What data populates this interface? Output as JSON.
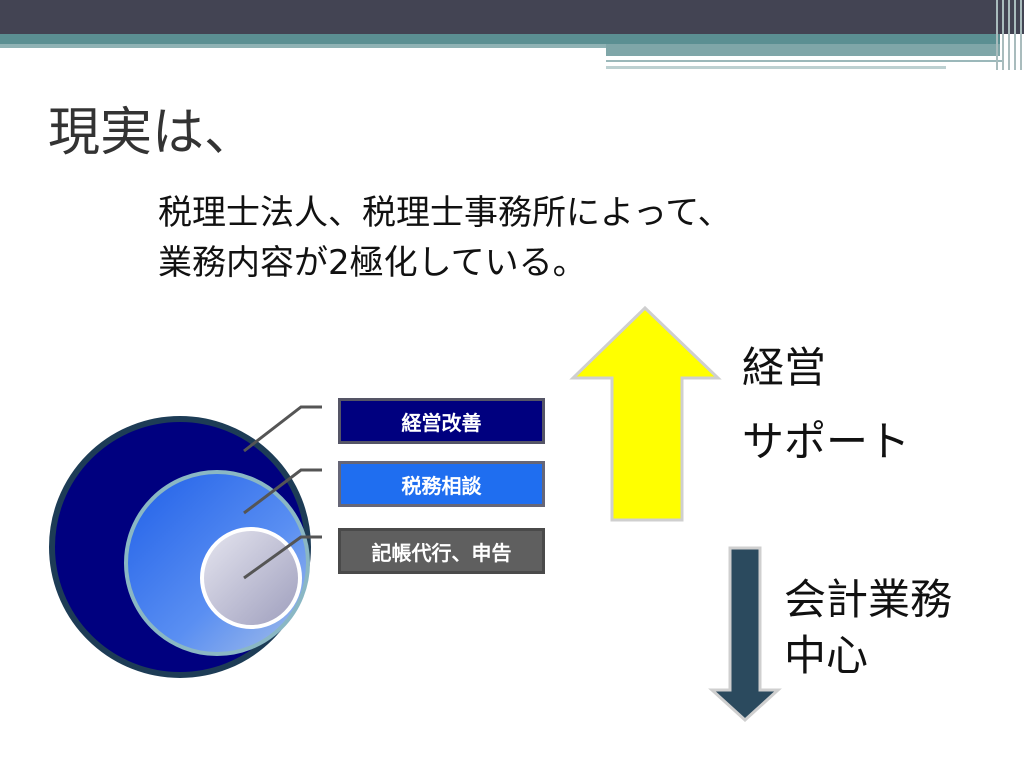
{
  "slide": {
    "title": "現実は、",
    "subtitle_lines": [
      "税理士法人、税理士事務所によって、",
      "業務内容が2極化している。"
    ]
  },
  "diagram": {
    "labels": [
      "経営改善",
      "税務相談",
      "記帳代行、申告"
    ],
    "colors": {
      "outer": "#00007f",
      "middle": "#2f7cf6",
      "inner": "#c7c7dc",
      "up_arrow": "#ffff00",
      "down_arrow": "#2b4a5e"
    }
  },
  "arrows": {
    "up_lines": [
      "経営",
      "サポート"
    ],
    "down_lines": [
      "会計業務",
      "中心"
    ]
  },
  "theme": {
    "header_dark": "#434453",
    "header_teal": "#5b8f92"
  }
}
